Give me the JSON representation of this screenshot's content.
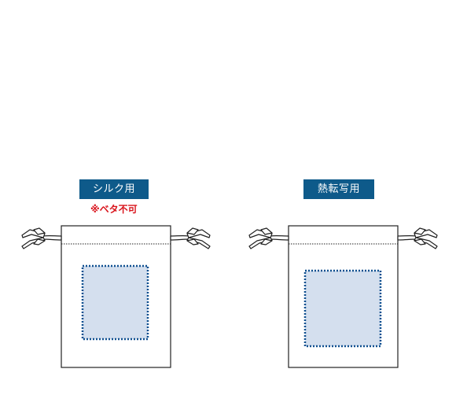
{
  "colors": {
    "badge_background": "#0e5a8a",
    "badge_text": "#ffffff",
    "note_text": "#d9141c",
    "print_area_fill": "#d4dfee",
    "print_area_border": "#0e4f8f",
    "bag_outline": "#222222"
  },
  "products": [
    {
      "label": "シルク用",
      "note": "※ベタ不可"
    },
    {
      "label": "熱転写用",
      "note": ""
    }
  ]
}
